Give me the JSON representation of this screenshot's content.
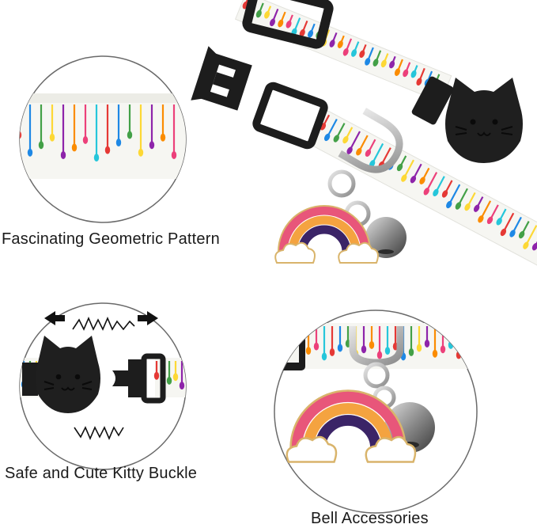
{
  "captions": {
    "pattern": "Fascinating Geometric Pattern",
    "buckle": "Safe and Cute Kitty Buckle",
    "bell": "Bell Accessories"
  },
  "colors": {
    "ribbon": "#f7f7f4",
    "stripe_palette": [
      "#e53935",
      "#1e88e5",
      "#43a047",
      "#fdd835",
      "#8e24aa",
      "#fb8c00",
      "#ec407a",
      "#26c6da"
    ],
    "buckle": "#1d1d1d",
    "ring": "#b9b9b9",
    "bell": "#8f8f8f",
    "rainbow": [
      "#e8567a",
      "#f4a340",
      "#3b2467"
    ],
    "cloud": "#ffffff",
    "cloud_outline": "#d9b46b"
  },
  "icons": {
    "buckle_face": "cat-face-icon",
    "arrows": [
      "arrow-left-icon",
      "arrow-right-icon"
    ],
    "click_lines": "zigzag-click-icon"
  }
}
